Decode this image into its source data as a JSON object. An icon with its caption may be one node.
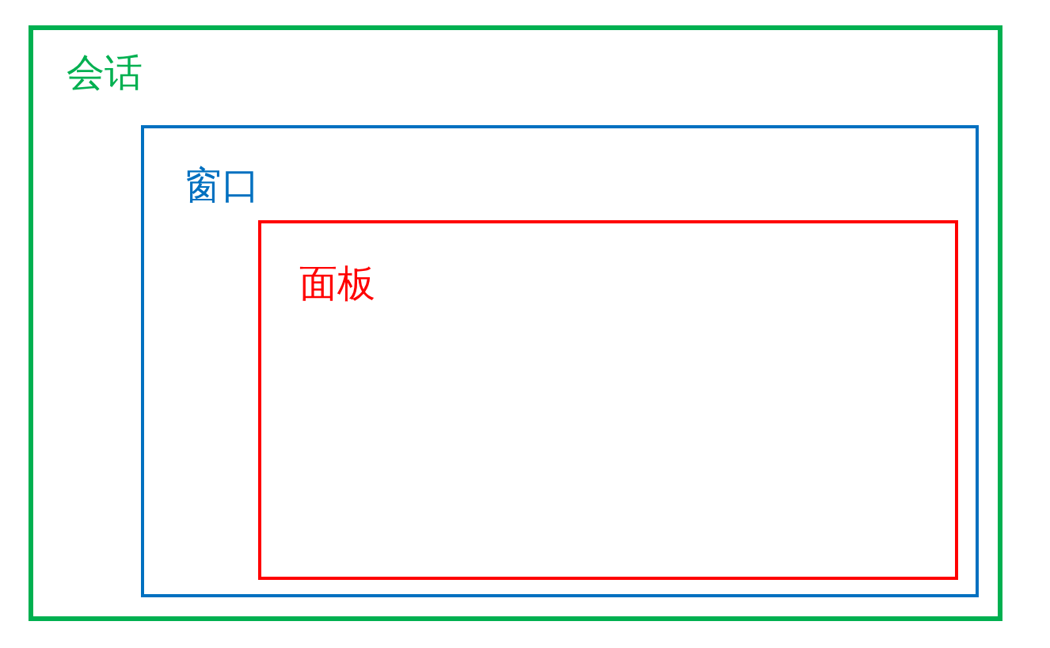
{
  "diagram": {
    "nodes": [
      {
        "text": [
          "会话"
        ]
      },
      {
        "text": [
          "窗口"
        ],
        "in": 0
      },
      {
        "text": [
          "面板"
        ],
        "in": 1
      }
    ]
  }
}
